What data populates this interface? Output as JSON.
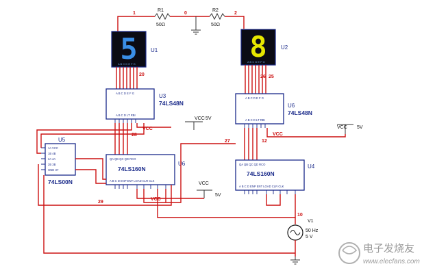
{
  "resistors": [
    {
      "ref": "R1",
      "value": "50Ω"
    },
    {
      "ref": "R2",
      "value": "50Ω"
    }
  ],
  "nets": {
    "n1": "1",
    "n0": "0",
    "n2": "2",
    "n20": "20",
    "n25": "25",
    "n26": "26",
    "n28": "28",
    "n27": "27",
    "n12": "12",
    "n29": "29",
    "n10": "10"
  },
  "displays": [
    {
      "ref": "U1",
      "digit": "5",
      "color": "#3a8ee6",
      "pins": "A B C D E F G"
    },
    {
      "ref": "U2",
      "digit": "8",
      "color": "#e6e600",
      "pins": "A B C D E F G"
    }
  ],
  "chips": {
    "u3": {
      "ref": "U3",
      "part": "74LS48N"
    },
    "u6": {
      "ref": "U6",
      "part": "74LS48N"
    },
    "u5": {
      "ref": "U5",
      "part": "74LS00N"
    },
    "u7": {
      "ref": "U6",
      "part": "74LS160N"
    },
    "u4": {
      "ref": "U4",
      "part": "74LS160N"
    }
  },
  "power": [
    {
      "name": "VCC",
      "value": "5V"
    },
    {
      "name": "VCC",
      "value": "5V"
    },
    {
      "name": "VCC",
      "value": "5V"
    }
  ],
  "source": {
    "ref": "V1",
    "freq": "50 Hz",
    "volt": "5 V"
  },
  "watermark": {
    "text": "电子发烧友",
    "url": "www.elecfans.com"
  }
}
